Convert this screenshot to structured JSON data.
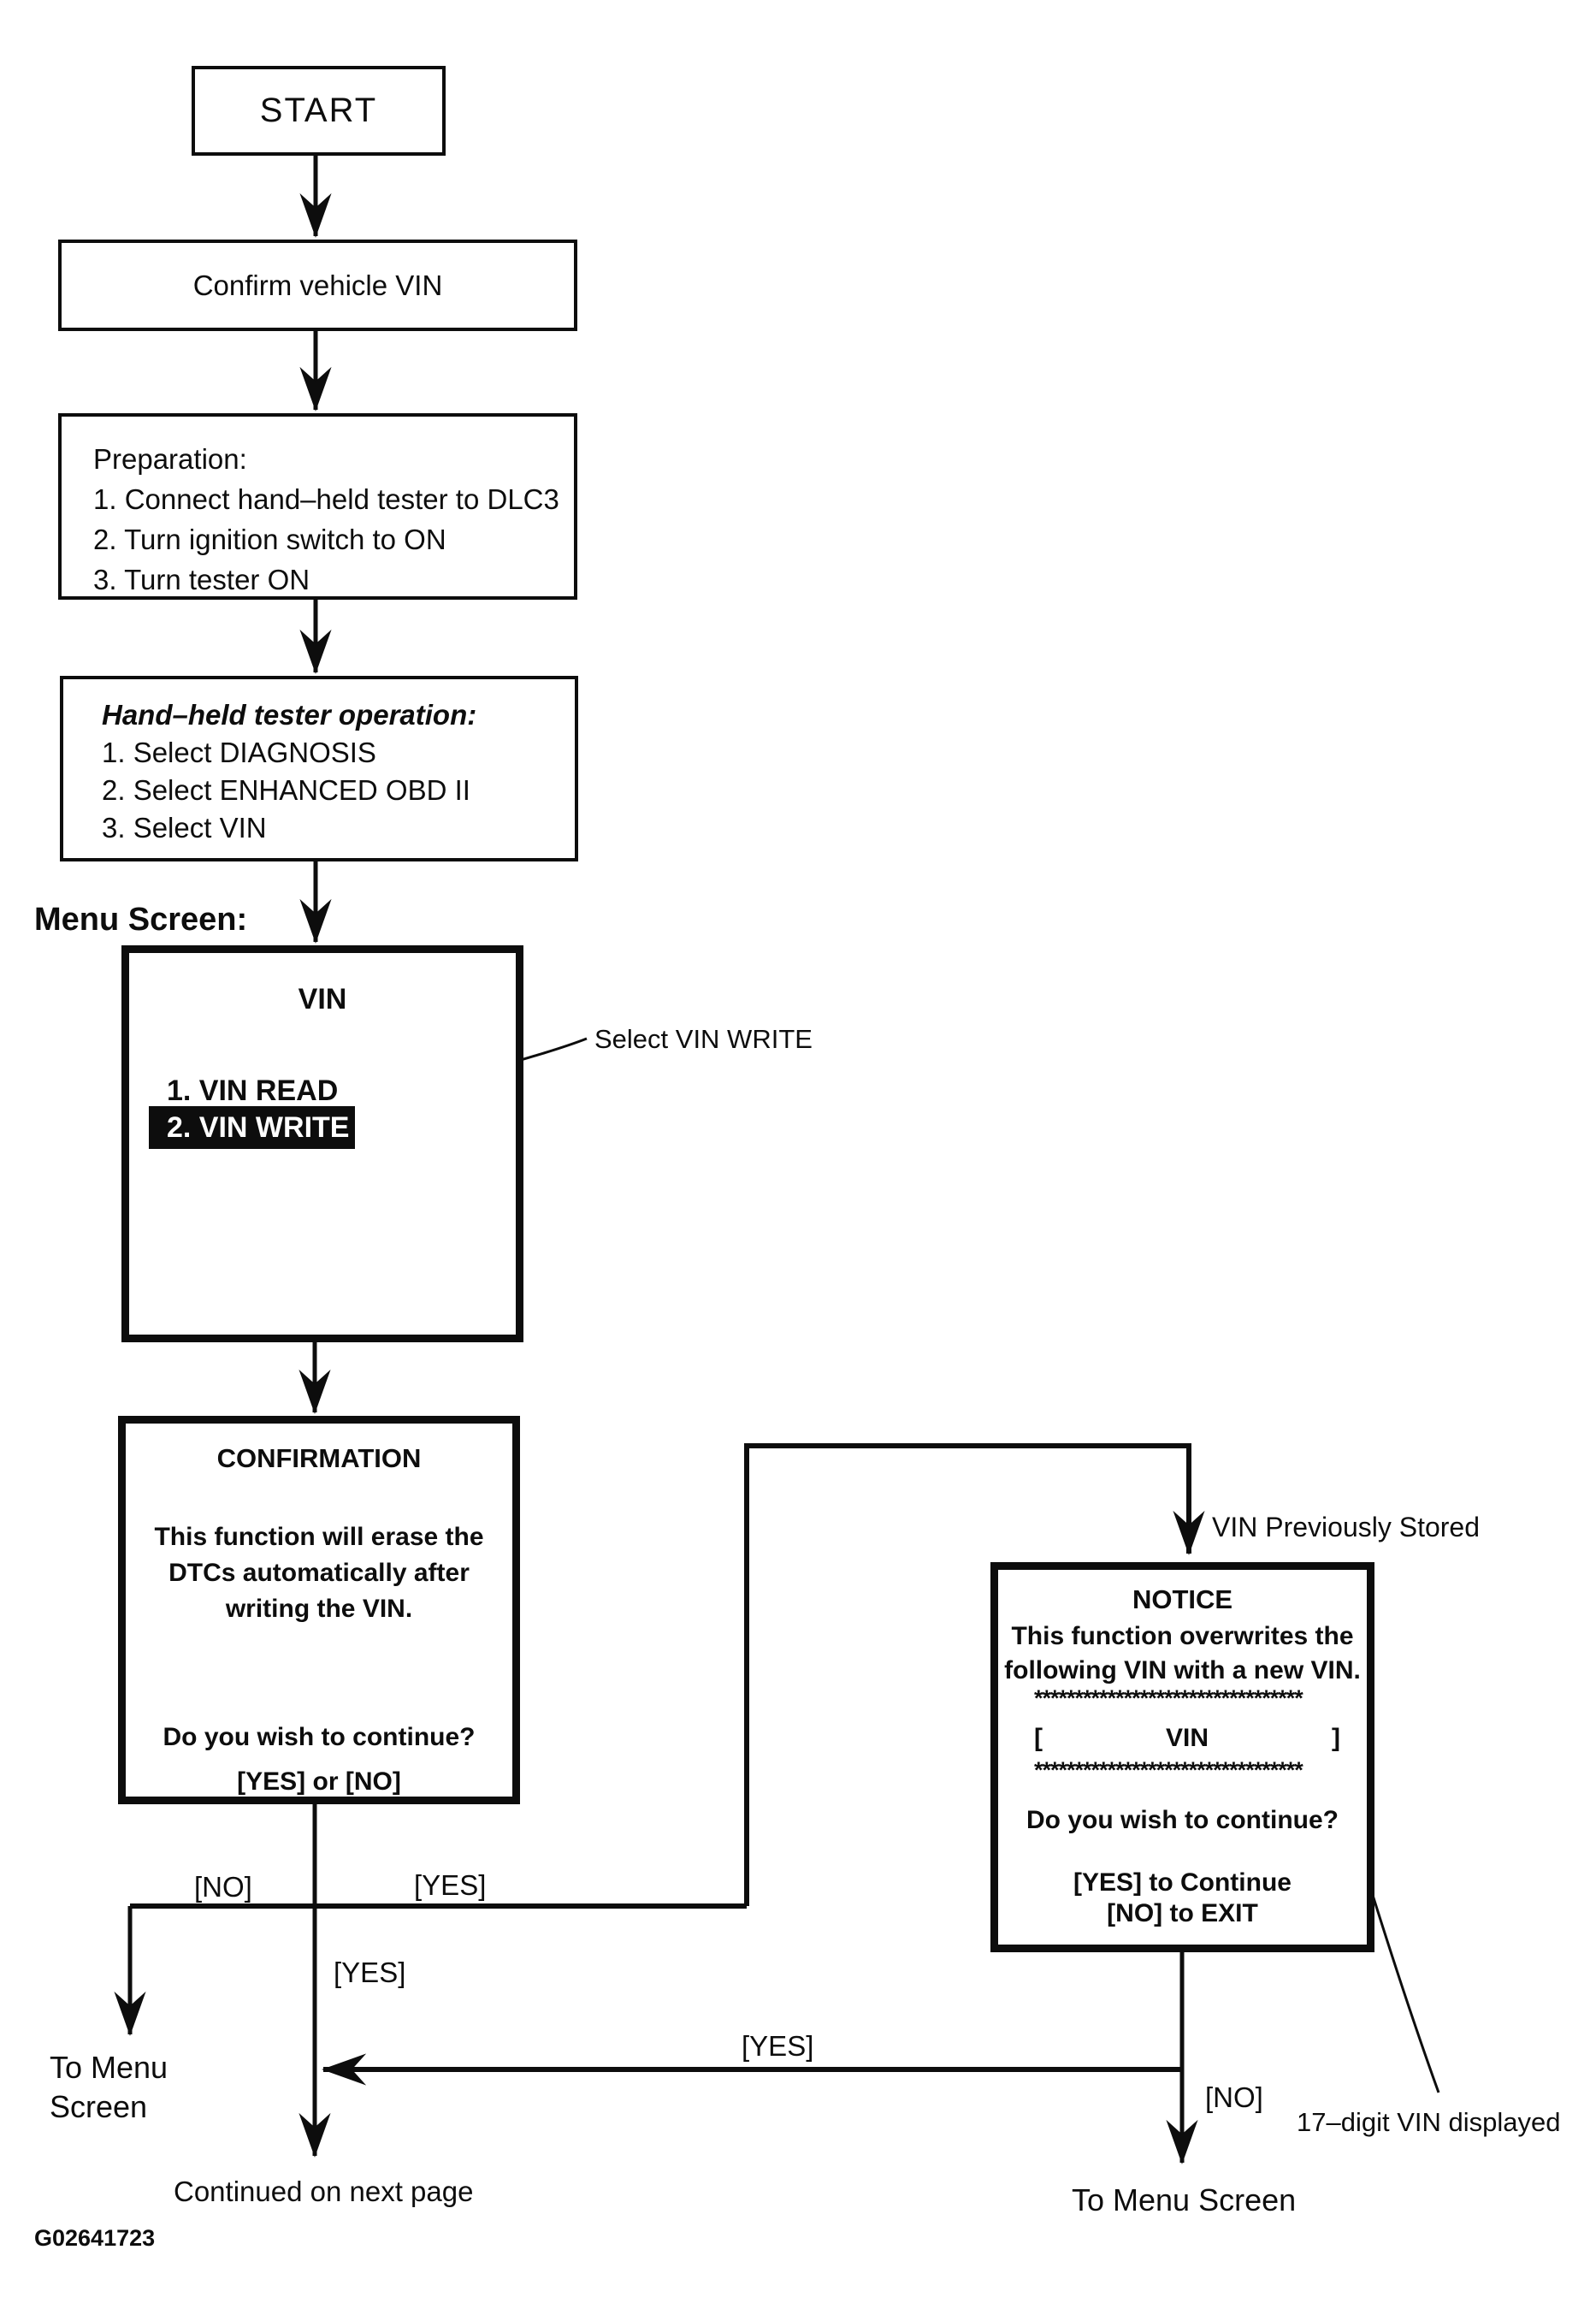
{
  "flow": {
    "start": "START",
    "confirm": "Confirm vehicle VIN",
    "preparation": {
      "title": "Preparation:",
      "step1": "1. Connect hand–held tester to DLC3",
      "step2": "2. Turn ignition switch to ON",
      "step3": "3. Turn tester ON"
    },
    "tester_op": {
      "title": "Hand–held tester operation:",
      "step1": "1. Select DIAGNOSIS",
      "step2": "2. Select ENHANCED OBD II",
      "step3": "3. Select VIN"
    },
    "menu_screen_label": "Menu Screen:",
    "vin_menu": {
      "title": "VIN",
      "item_read": "1. VIN READ",
      "item_write": "2. VIN WRITE",
      "annotation": "Select VIN WRITE"
    },
    "confirmation": {
      "title": "CONFIRMATION",
      "line1": "This function will erase the",
      "line2": "DTCs automatically after",
      "line3": "writing the VIN.",
      "question": "Do you wish to continue?",
      "options": "[YES] or [NO]"
    },
    "notice": {
      "title": "NOTICE",
      "line1": "This function overwrites the",
      "line2": "following VIN with a new VIN.",
      "stars": "*********************************",
      "bracket_open": "[",
      "vin": "VIN",
      "bracket_close": "]",
      "question": "Do you wish to continue?",
      "yes_line": "[YES] to Continue",
      "no_line": "[NO] to EXIT"
    },
    "labels": {
      "vin_previously_stored": "VIN Previously Stored",
      "no_left": "[NO]",
      "yes_top": "[YES]",
      "yes_mid": "[YES]",
      "yes_return": "[YES]",
      "no_right": "[NO]",
      "to_menu_left_line1": "To Menu",
      "to_menu_left_line2": "Screen",
      "to_menu_right": "To Menu Screen",
      "continued": "Continued on next page",
      "digit17": "17–digit VIN displayed",
      "figure_id": "G02641723"
    }
  }
}
